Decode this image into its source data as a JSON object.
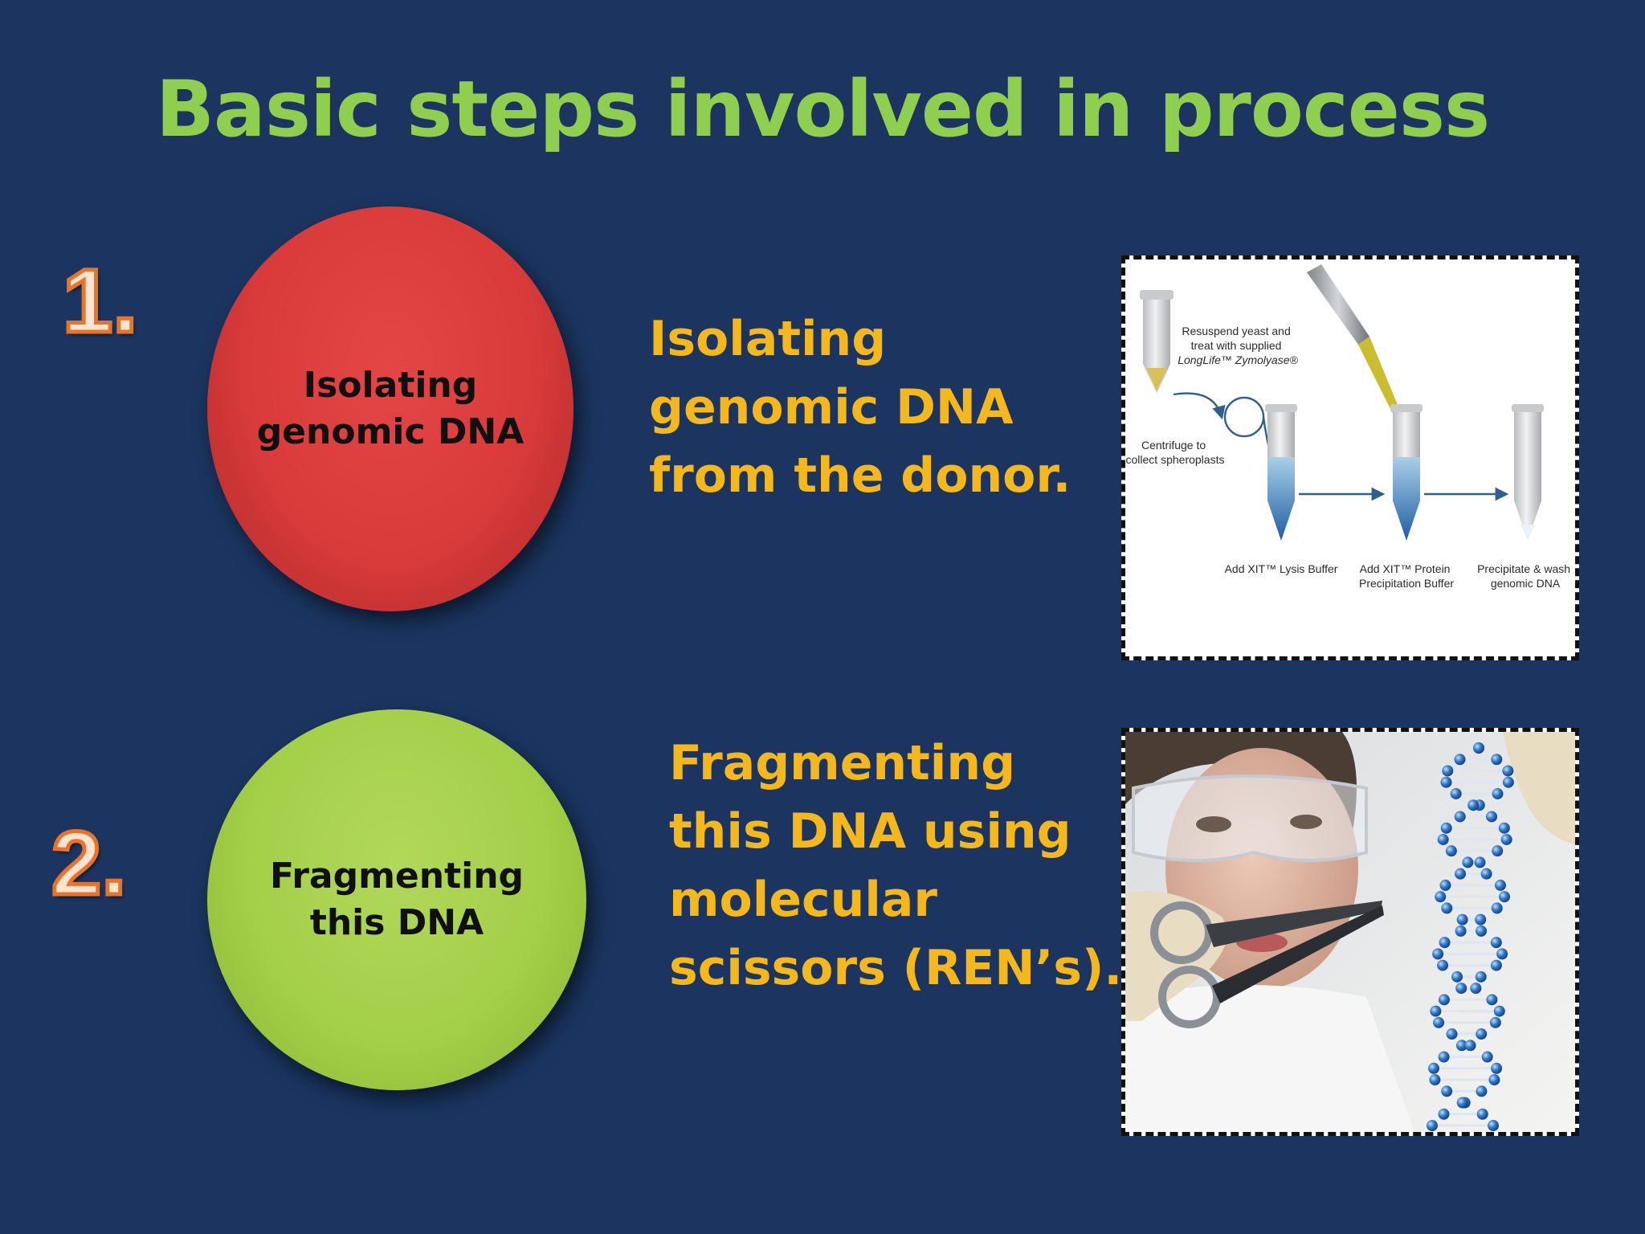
{
  "title": "Basic steps involved in process",
  "steps": [
    {
      "number": "1.",
      "circle_lines": [
        "Isolating",
        "genomic DNA"
      ],
      "circle_color": "#d93b3b",
      "description": "Isolating\ngenomic DNA\nfrom the donor.",
      "image": {
        "kind": "protocol-diagram",
        "labels": {
          "resuspend": [
            "Resuspend yeast and",
            "treat with supplied",
            "LongLife™ Zymolyase®"
          ],
          "centrifuge": [
            "Centrifuge to",
            "collect spheroplasts"
          ],
          "lysis": [
            "Add XIT™ Lysis Buffer"
          ],
          "protein": [
            "Add XIT™ Protein",
            "Precipitation Buffer"
          ],
          "precipitate": [
            "Precipitate & wash",
            "genomic DNA"
          ]
        }
      }
    },
    {
      "number": "2.",
      "circle_lines": [
        "Fragmenting",
        "this DNA"
      ],
      "circle_color": "#a4cf48",
      "description": "Fragmenting\nthis DNA using\nmolecular\nscissors (REN’s).",
      "image": {
        "kind": "photo",
        "subject": "scientist-cutting-dna-helix"
      }
    }
  ],
  "colors": {
    "background": "#1b3560",
    "title": "#8fce4f",
    "description_text": "#f5b81c",
    "number_fill": "#fde3d0",
    "number_stroke": "#e8742a"
  }
}
